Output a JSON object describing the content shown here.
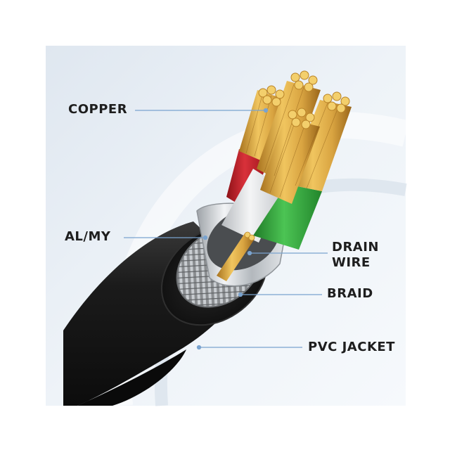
{
  "labels": {
    "copper": "COPPER",
    "al_my": "AL/MY",
    "drain_line1": "DRAIN",
    "drain_line2": "WIRE",
    "braid": "BRAID",
    "pvc_jacket": "PVC JACKET"
  },
  "colors": {
    "background": "#eef3f8",
    "jacket": "#1a1a1a",
    "copper": "#d9a441",
    "red_insulation": "#c8202a",
    "white_insulation": "#e6e8ea",
    "green_insulation": "#31a83b",
    "leader_line": "#7aa3cf",
    "label_text": "#1e1e1e"
  }
}
